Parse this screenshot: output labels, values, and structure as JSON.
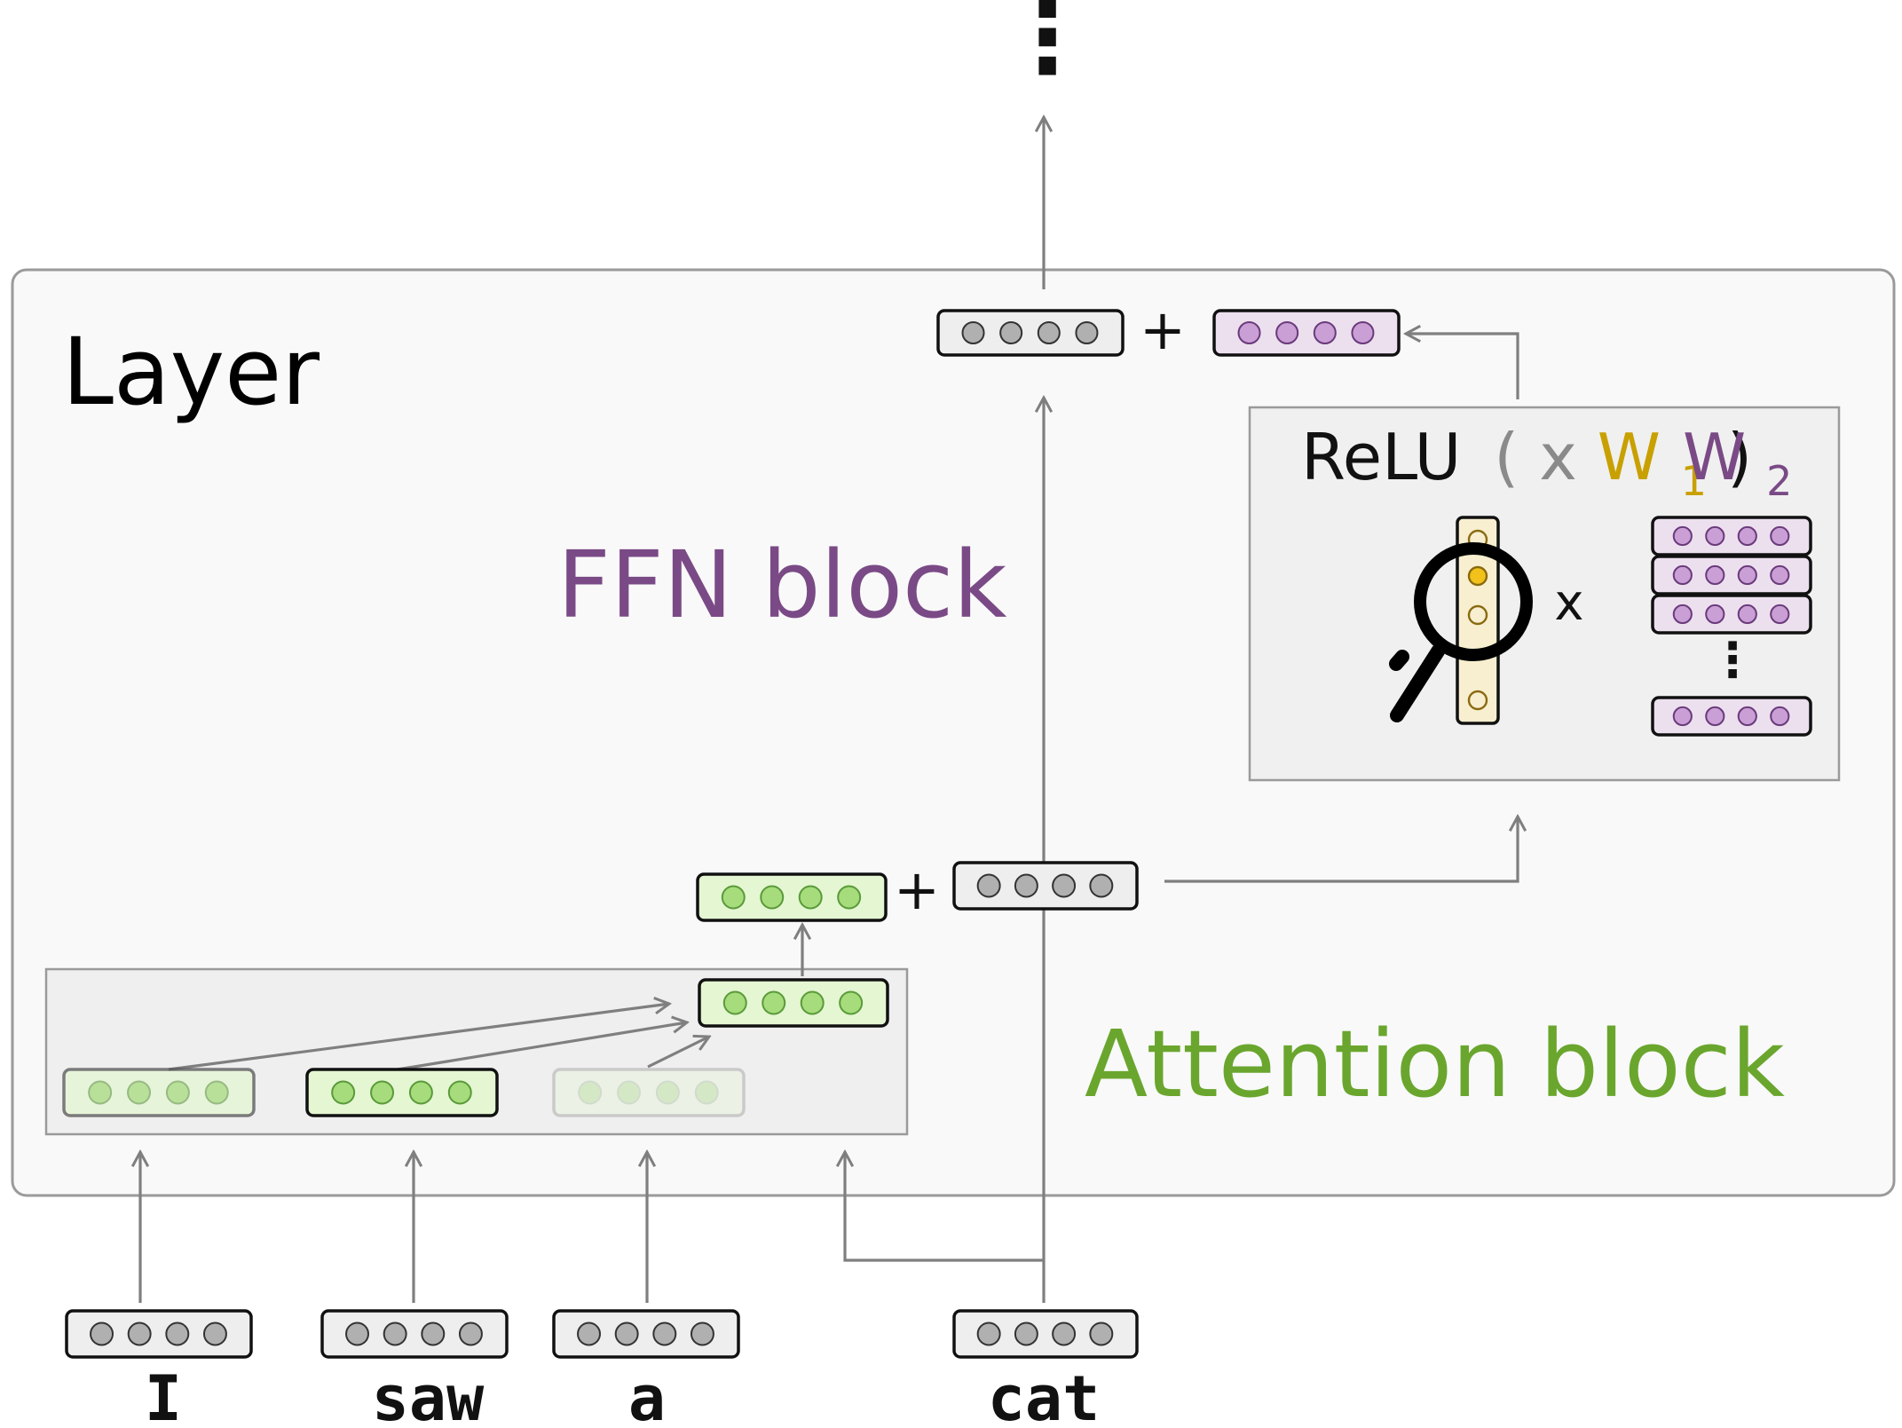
{
  "layer_label": "Layer",
  "ffn_block_label": "FFN block",
  "attention_block_label": "Attention block",
  "ffn_formula": {
    "relu": "ReLU",
    "open_paren": "(",
    "x": "x",
    "w1": "W",
    "w1_sub": "1",
    "close_paren": ")",
    "w2": "W",
    "w2_sub": "2",
    "times": "x"
  },
  "plus_sign": "+",
  "ellipsis": "⋮",
  "tokens": [
    "I",
    "saw",
    "a",
    "cat"
  ],
  "colors": {
    "layer_text": "#000000",
    "ffn_purple": "#7a4a86",
    "attention_green": "#6aa62e",
    "w1_gold": "#c8a000",
    "x_gray": "#8a8a8a",
    "arrow_gray": "#7f7f7f",
    "panel_bg": "#f9f9f9",
    "panel_border": "#9a9a9a",
    "inner_bg": "#efefef",
    "gray_dot": "#b0b0b0",
    "green_dot": "#a6dc7c",
    "green_fill": "#e4f6d2",
    "purple_dot": "#c99fd6",
    "purple_fill": "#ece0ef",
    "yellow_fill": "#f7efcf",
    "active_neuron": "#f2c11a"
  },
  "icons": [
    "magnifier-icon"
  ]
}
